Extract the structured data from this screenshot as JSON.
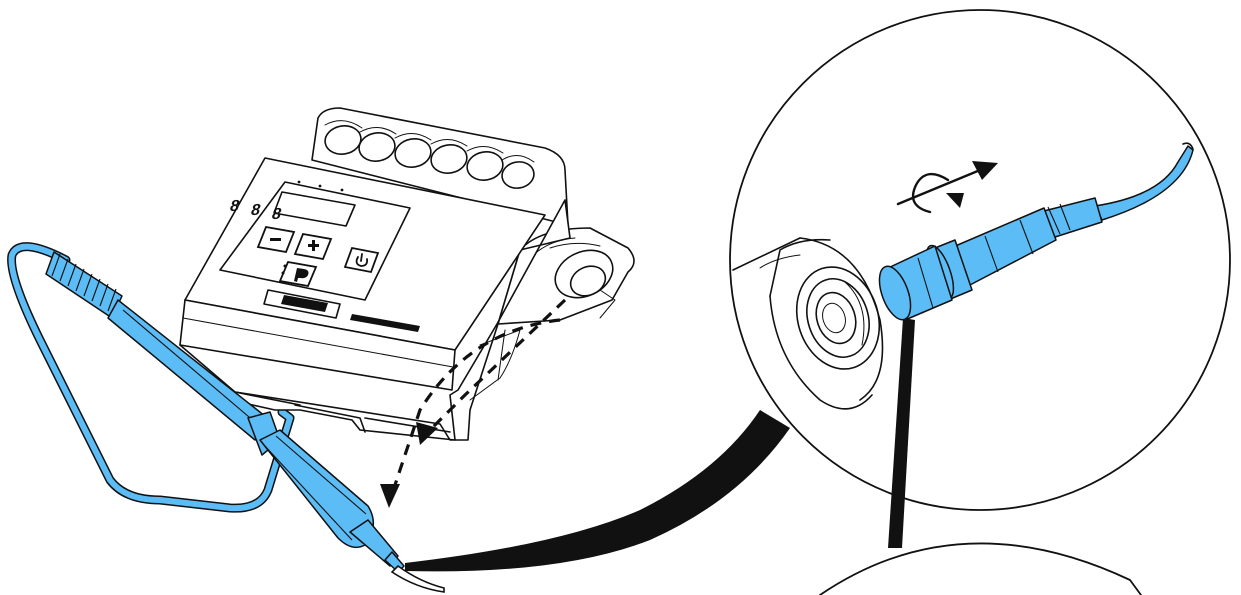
{
  "colors": {
    "handpiece_blue": "#5bbcf6",
    "outline": "#111111",
    "background": "#ffffff"
  },
  "device": {
    "buttons": [
      {
        "name": "minus-button",
        "icon": "minus-icon"
      },
      {
        "name": "plus-button",
        "icon": "plus-icon"
      },
      {
        "name": "program-button",
        "icon": "program-p-icon"
      },
      {
        "name": "power-button",
        "icon": "power-icon"
      }
    ],
    "display": {
      "digits": 3
    },
    "front_label_visible": true,
    "brand_badge_visible": true
  },
  "callouts": [
    {
      "name": "connector-detail-circle",
      "icon": "rotate-tighten-icon"
    },
    {
      "name": "tip-detail-circle-partial"
    }
  ]
}
